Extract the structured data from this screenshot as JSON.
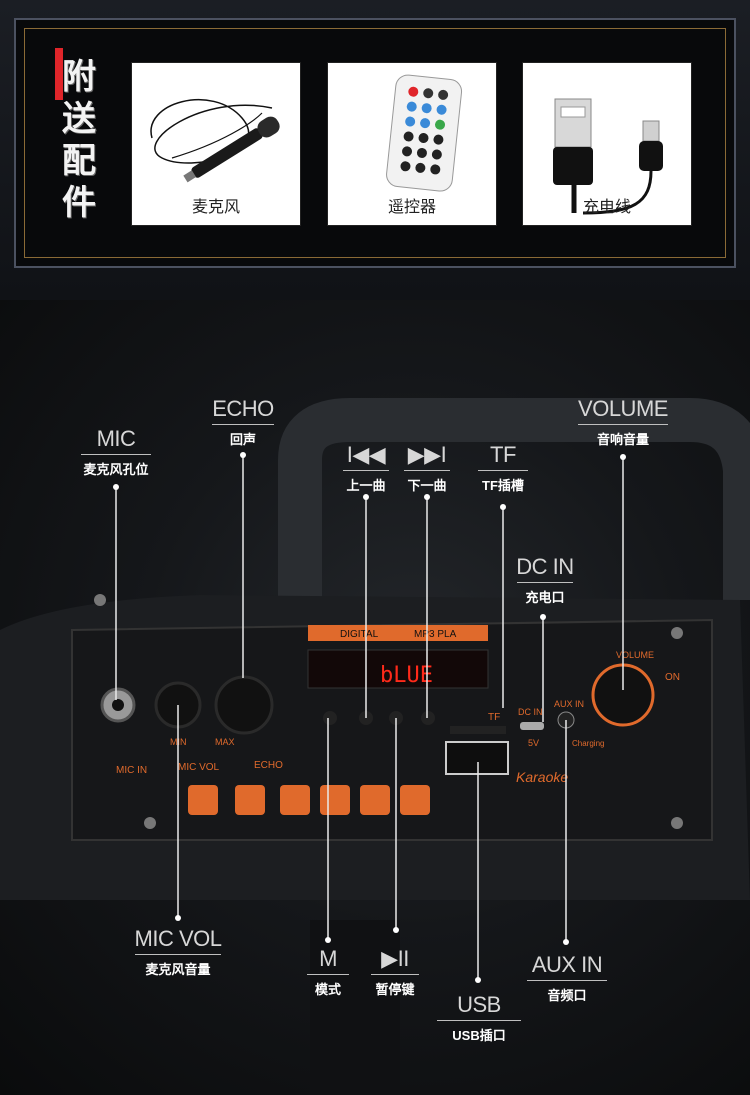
{
  "accessories": {
    "title_chars": [
      "附",
      "送",
      "配",
      "件"
    ],
    "items": [
      {
        "label": "麦克风",
        "icon": "microphone-icon"
      },
      {
        "label": "遥控器",
        "icon": "remote-control-icon"
      },
      {
        "label": "充电线",
        "icon": "usb-cable-icon"
      }
    ]
  },
  "panel": {
    "display_text": "bLUE",
    "top_label_left": "DIGITAL",
    "top_label_right": "MP3 PLA",
    "mic_in": "MIC IN",
    "mic_vol": "MIC VOL",
    "echo": "ECHO",
    "min": "MIN",
    "max": "MAX",
    "volume": "VOLUME",
    "on": "ON",
    "tf": "TF",
    "dc_in": "DC IN",
    "five_v": "5V",
    "aux_in": "AUX IN",
    "charging": "Charging",
    "brand": "Karaoke"
  },
  "callouts": {
    "mic": {
      "en": "MIC",
      "zh": "麦克风孔位"
    },
    "echo": {
      "en": "ECHO",
      "zh": "回声"
    },
    "prev": {
      "en": "I◀◀",
      "zh": "上一曲"
    },
    "next": {
      "en": "▶▶I",
      "zh": "下一曲"
    },
    "tf": {
      "en": "TF",
      "zh": "TF插槽"
    },
    "volume": {
      "en": "VOLUME",
      "zh": "音响音量"
    },
    "dc_in": {
      "en": "DC IN",
      "zh": "充电口"
    },
    "mic_vol": {
      "en": "MIC VOL",
      "zh": "麦克风音量"
    },
    "mode": {
      "en": "M",
      "zh": "模式"
    },
    "pause": {
      "en": "▶II",
      "zh": "暂停键"
    },
    "usb": {
      "en": "USB",
      "zh": "USB插口"
    },
    "aux_in": {
      "en": "AUX IN",
      "zh": "音频口"
    }
  },
  "colors": {
    "accent_red": "#e0252a",
    "panel_orange": "#e06a2c",
    "display_red": "#ff2a1a"
  }
}
